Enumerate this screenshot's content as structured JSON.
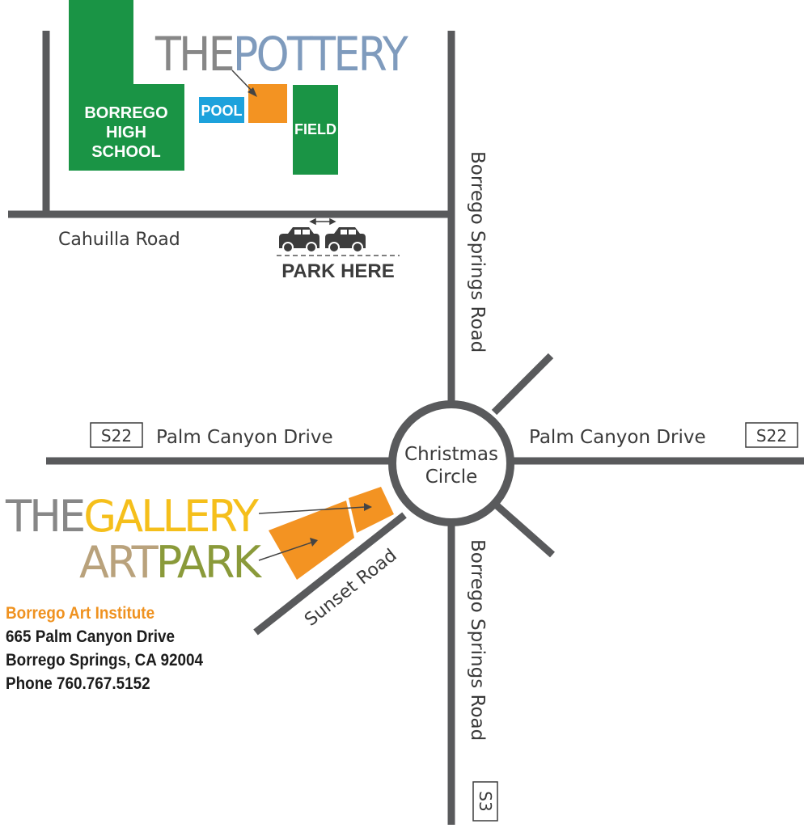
{
  "colors": {
    "road": "#595a5c",
    "green": "#1a9445",
    "orange": "#f39322",
    "pool": "#1da2dc",
    "slate_blue": "#7f9bbd",
    "gray_text": "#878787",
    "gallery_yellow": "#f5bf1b",
    "artpark_tan": "#b9a27c",
    "artpark_olive": "#8a9a3a",
    "address_orange": "#ef9220"
  },
  "pottery_logo": {
    "prefix": "THE",
    "name": "POTTERY"
  },
  "gallery_logo": {
    "prefix": "THE",
    "name": "GALLERY"
  },
  "artpark_logo": {
    "part1": "ART",
    "part2": "PARK"
  },
  "buildings": {
    "school_line1": "BORREGO",
    "school_line2": "HIGH",
    "school_line3": "SCHOOL",
    "pool": "POOL",
    "field": "FIELD"
  },
  "parking": {
    "label": "PARK HERE",
    "icon": "car-icon"
  },
  "roads": {
    "cahuilla": "Cahuilla Road",
    "borrego_springs_north": "Borrego Springs Road",
    "borrego_springs_south": "Borrego Springs Road",
    "palm_canyon_west": "Palm Canyon Drive",
    "palm_canyon_east": "Palm Canyon Drive",
    "sunset": "Sunset Road",
    "circle_line1": "Christmas",
    "circle_line2": "Circle"
  },
  "route_shields": {
    "west": "S22",
    "east": "S22",
    "south": "S3"
  },
  "address": {
    "org": "Borrego Art Institute",
    "street": "665 Palm Canyon Drive",
    "city": "Borrego Springs, CA 92004",
    "phone": "Phone 760.767.5152"
  }
}
